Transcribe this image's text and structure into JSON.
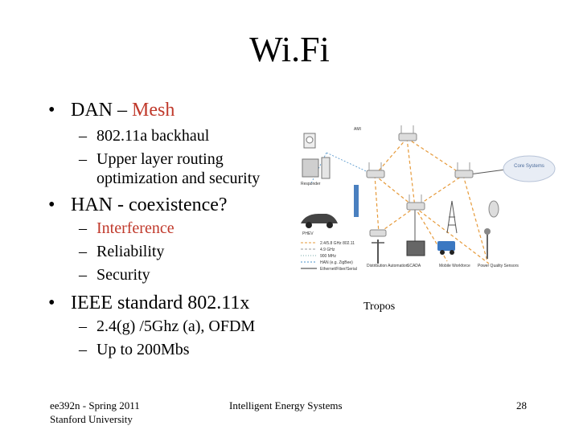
{
  "slide": {
    "title": "Wi.Fi",
    "bullets": [
      {
        "prefix": "DAN – ",
        "highlight": "Mesh"
      },
      {
        "text": "802.11a backhaul"
      },
      {
        "text": "Upper layer routing"
      },
      {
        "text": "optimization and security"
      },
      {
        "text": "HAN - coexistence?"
      },
      {
        "text": "Interference"
      },
      {
        "text": "Reliability"
      },
      {
        "text": "Security"
      },
      {
        "text": "IEEE standard 802.11x"
      },
      {
        "text": "2.4(g) /5Ghz (a), OFDM"
      },
      {
        "text": "Up to 200Mbs"
      }
    ],
    "bullet_symbol": "•",
    "dash_symbol": "–",
    "accent_color": "#c0392b"
  },
  "diagram": {
    "caption": "Tropos",
    "labels": {
      "ami": "AMI",
      "responder": "Responder",
      "cloud": "Core Systems",
      "phev": "PHEV",
      "legend1": "2.4/5.8 GHz 802.11",
      "legend2": "4.9 GHz",
      "legend3": "900 MHz",
      "legend4": "HAN (e.g. ZigBee)",
      "legend5": "Ethernet/Fiber/Serial",
      "da": "Distribution Automation",
      "scada": "SCADA",
      "mobile": "Mobile Workforce",
      "pq": "Power Quality Sensors"
    }
  },
  "footer": {
    "left1": "ee392n - Spring 2011",
    "left2": "Stanford University",
    "center": "Intelligent Energy Systems",
    "page": "28"
  }
}
